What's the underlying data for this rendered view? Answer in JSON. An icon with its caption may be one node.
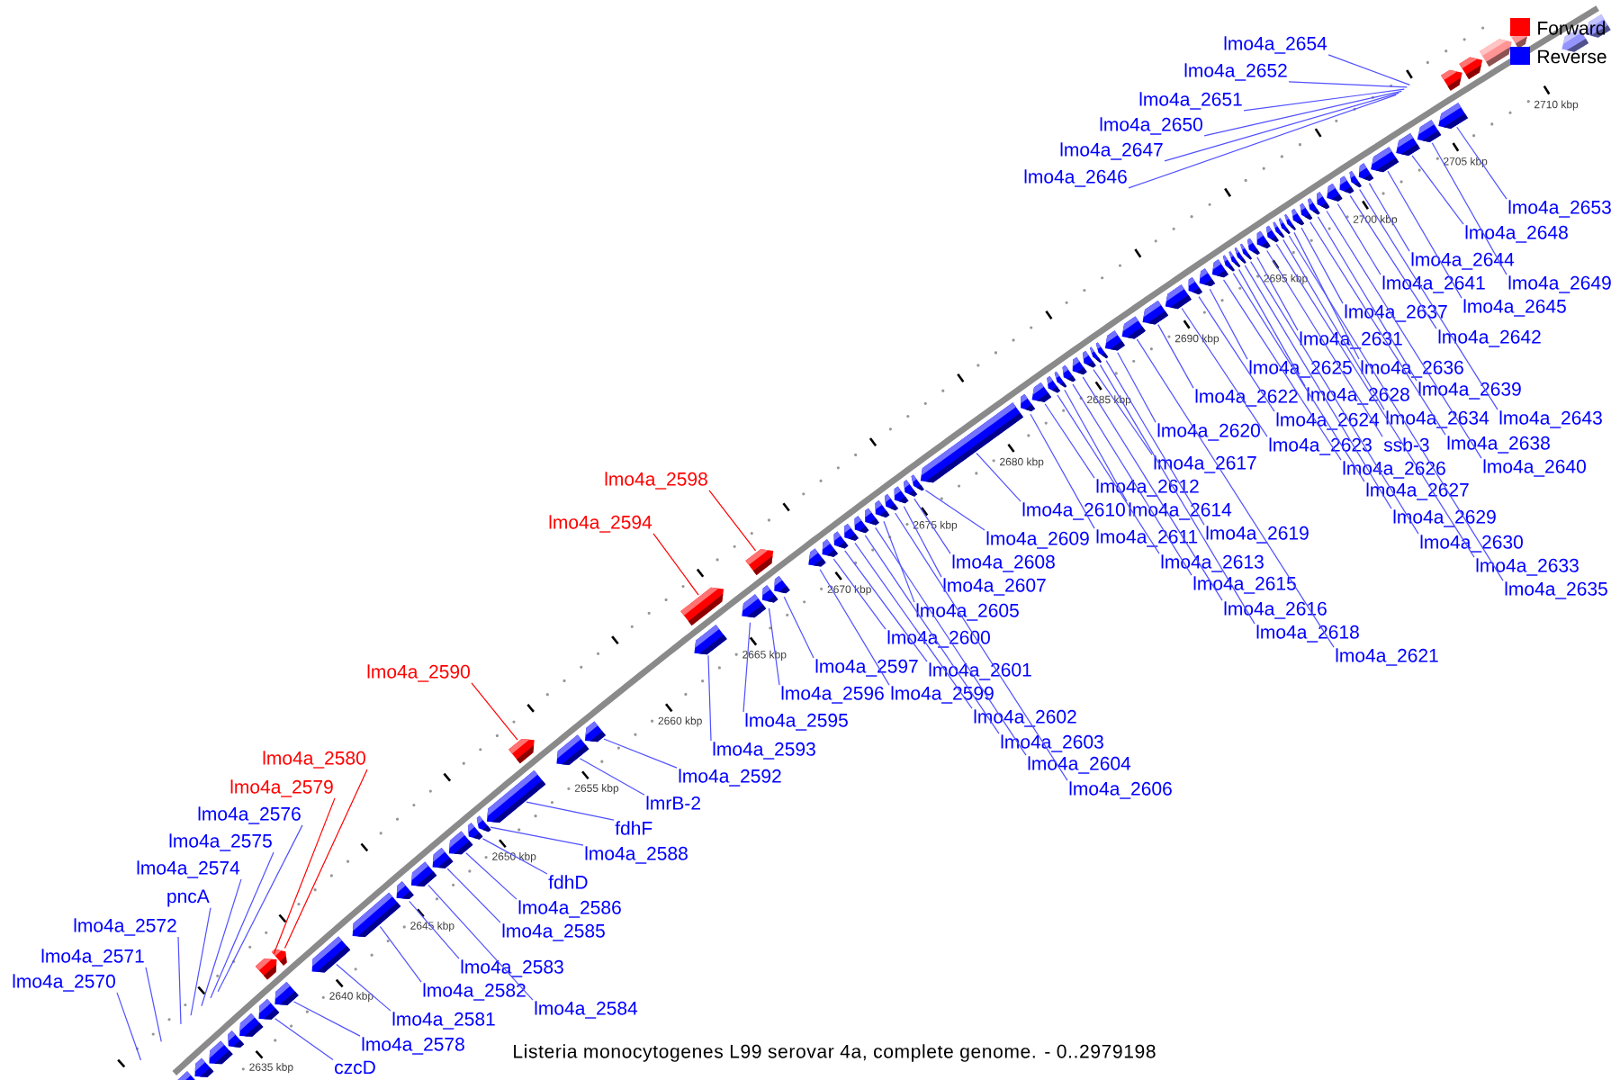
{
  "diagram": {
    "caption": "Listeria monocytogenes L99 serovar 4a, complete genome. - 0..2979198",
    "nodes": [
      {
        "text": [
          "lmo4a_2654"
        ]
      },
      {
        "text": [
          "lmo4a_2652"
        ]
      },
      {
        "text": [
          "lmo4a_2651"
        ]
      },
      {
        "text": [
          "lmo4a_2650"
        ]
      },
      {
        "text": [
          "lmo4a_2647"
        ]
      },
      {
        "text": [
          "lmo4a_2646"
        ]
      },
      {
        "text": [
          "lmo4a_2653"
        ]
      },
      {
        "text": [
          "lmo4a_2648"
        ]
      },
      {
        "text": [
          "lmo4a_2644"
        ]
      },
      {
        "text": [
          "lmo4a_2641"
        ]
      },
      {
        "text": [
          "lmo4a_2649"
        ]
      },
      {
        "text": [
          "lmo4a_2645"
        ]
      },
      {
        "text": [
          "lmo4a_2637"
        ]
      },
      {
        "text": [
          "lmo4a_2642"
        ]
      },
      {
        "text": [
          "lmo4a_2631"
        ]
      },
      {
        "text": [
          "lmo4a_2625"
        ]
      },
      {
        "text": [
          "lmo4a_2636"
        ]
      },
      {
        "text": [
          "lmo4a_2639"
        ]
      },
      {
        "text": [
          "lmo4a_2628"
        ]
      },
      {
        "text": [
          "lmo4a_2622"
        ]
      },
      {
        "text": [
          "lmo4a_2634"
        ]
      },
      {
        "text": [
          "lmo4a_2643"
        ]
      },
      {
        "text": [
          "lmo4a_2624"
        ]
      },
      {
        "text": [
          "lmo4a_2620"
        ]
      },
      {
        "text": [
          "ssb-3"
        ]
      },
      {
        "text": [
          "lmo4a_2638"
        ]
      },
      {
        "text": [
          "lmo4a_2623"
        ]
      },
      {
        "text": [
          "lmo4a_2617"
        ]
      },
      {
        "text": [
          "lmo4a_2640"
        ]
      },
      {
        "text": [
          "lmo4a_2626"
        ]
      },
      {
        "text": [
          "lmo4a_2598"
        ]
      },
      {
        "text": [
          "lmo4a_2612"
        ]
      },
      {
        "text": [
          "lmo4a_2627"
        ]
      },
      {
        "text": [
          "lmo4a_2610"
        ]
      },
      {
        "text": [
          "lmo4a_2614"
        ]
      },
      {
        "text": [
          "lmo4a_2629"
        ]
      },
      {
        "text": [
          "lmo4a_2594"
        ]
      },
      {
        "text": [
          "lmo4a_2619"
        ]
      },
      {
        "text": [
          "lmo4a_2611"
        ]
      },
      {
        "text": [
          "lmo4a_2609"
        ]
      },
      {
        "text": [
          "lmo4a_2630"
        ]
      },
      {
        "text": [
          "lmo4a_2608"
        ]
      },
      {
        "text": [
          "lmo4a_2613"
        ]
      },
      {
        "text": [
          "lmo4a_2633"
        ]
      },
      {
        "text": [
          "lmo4a_2615"
        ]
      },
      {
        "text": [
          "lmo4a_2607"
        ]
      },
      {
        "text": [
          "lmo4a_2635"
        ]
      },
      {
        "text": [
          "lmo4a_2616"
        ]
      },
      {
        "text": [
          "lmo4a_2605"
        ]
      },
      {
        "text": [
          "lmo4a_2618"
        ]
      },
      {
        "text": [
          "lmo4a_2600"
        ]
      },
      {
        "text": [
          "lmo4a_2621"
        ]
      },
      {
        "text": [
          "lmo4a_2597"
        ]
      },
      {
        "text": [
          "lmo4a_2601"
        ]
      },
      {
        "text": [
          "lmo4a_2590"
        ]
      },
      {
        "text": [
          "lmo4a_2596"
        ]
      },
      {
        "text": [
          "lmo4a_2599"
        ]
      },
      {
        "text": [
          "lmo4a_2602"
        ]
      },
      {
        "text": [
          "lmo4a_2595"
        ]
      },
      {
        "text": [
          "lmo4a_2603"
        ]
      },
      {
        "text": [
          "lmo4a_2593"
        ]
      },
      {
        "text": [
          "lmo4a_2580"
        ]
      },
      {
        "text": [
          "lmo4a_2604"
        ]
      },
      {
        "text": [
          "lmo4a_2592"
        ]
      },
      {
        "text": [
          "lmo4a_2579"
        ]
      },
      {
        "text": [
          "lmo4a_2606"
        ]
      },
      {
        "text": [
          "lmrB-2"
        ]
      },
      {
        "text": [
          "lmo4a_2576"
        ]
      },
      {
        "text": [
          "fdhF"
        ]
      },
      {
        "text": [
          "lmo4a_2575"
        ]
      },
      {
        "text": [
          "lmo4a_2588"
        ]
      },
      {
        "text": [
          "lmo4a_2574"
        ]
      },
      {
        "text": [
          "fdhD"
        ]
      },
      {
        "text": [
          "pncA"
        ]
      },
      {
        "text": [
          "lmo4a_2586"
        ]
      },
      {
        "text": [
          "lmo4a_2572"
        ]
      },
      {
        "text": [
          "lmo4a_2585"
        ]
      },
      {
        "text": [
          "lmo4a_2571"
        ]
      },
      {
        "text": [
          "lmo4a_2583"
        ]
      },
      {
        "text": [
          "lmo4a_2570"
        ]
      },
      {
        "text": [
          "lmo4a_2582"
        ]
      },
      {
        "text": [
          "lmo4a_2584"
        ]
      },
      {
        "text": [
          "lmo4a_2581"
        ]
      },
      {
        "text": [
          "lmo4a_2578"
        ]
      },
      {
        "text": [
          "czcD"
        ]
      },
      {
        "text": [],
        "shape": "arrow"
      },
      {
        "text": [],
        "shape": "arrow"
      },
      {
        "text": [],
        "shape": "arrow"
      },
      {
        "text": [],
        "shape": "arrow"
      },
      {
        "text": [],
        "shape": "arrow"
      },
      {
        "text": [],
        "shape": "arrow"
      },
      {
        "text": [],
        "shape": "arrow"
      },
      {
        "text": [],
        "shape": "arrow"
      },
      {
        "text": [],
        "shape": "arrow"
      },
      {
        "text": [],
        "shape": "arrow"
      },
      {
        "text": [],
        "shape": "arrow"
      },
      {
        "text": [],
        "shape": "arrow"
      },
      {
        "text": [],
        "shape": "arrow"
      },
      {
        "text": [],
        "shape": "arrow"
      },
      {
        "text": [],
        "shape": "arrow"
      },
      {
        "text": [],
        "shape": "arrow"
      },
      {
        "text": [],
        "shape": "arrow"
      },
      {
        "text": [],
        "shape": "arrow"
      },
      {
        "text": [],
        "shape": "arrow"
      },
      {
        "text": [],
        "shape": "arrow"
      },
      {
        "text": [],
        "shape": "arrow"
      },
      {
        "text": [],
        "shape": "arrow"
      },
      {
        "text": [],
        "shape": "arrow"
      },
      {
        "text": [],
        "shape": "arrow"
      },
      {
        "text": [],
        "shape": "arrow"
      },
      {
        "text": [],
        "shape": "arrow"
      },
      {
        "text": [],
        "shape": "arrow"
      },
      {
        "text": [],
        "shape": "arrow"
      },
      {
        "text": [],
        "shape": "arrow"
      },
      {
        "text": [],
        "shape": "arrow"
      },
      {
        "text": [],
        "shape": "arrow"
      },
      {
        "text": [],
        "shape": "arrow"
      },
      {
        "text": [],
        "shape": "arrow"
      },
      {
        "text": [],
        "shape": "arrow"
      },
      {
        "text": [],
        "shape": "arrow"
      },
      {
        "text": [],
        "shape": "arrow"
      },
      {
        "text": [],
        "shape": "arrow"
      },
      {
        "text": [],
        "shape": "arrow"
      },
      {
        "text": [],
        "shape": "arrow"
      },
      {
        "text": [],
        "shape": "arrow"
      },
      {
        "text": [],
        "shape": "arrow"
      },
      {
        "text": [],
        "shape": "arrow"
      },
      {
        "text": [],
        "shape": "arrow"
      },
      {
        "text": [],
        "shape": "arrow"
      },
      {
        "text": [],
        "shape": "arrow"
      },
      {
        "text": [],
        "shape": "arrow"
      },
      {
        "text": [],
        "shape": "arrow"
      },
      {
        "text": [],
        "shape": "arrow"
      },
      {
        "text": [],
        "shape": "arrow"
      },
      {
        "text": [],
        "shape": "arrow"
      },
      {
        "text": [],
        "shape": "arrow"
      },
      {
        "text": [],
        "shape": "arrow"
      },
      {
        "text": [],
        "shape": "arrow"
      },
      {
        "text": [],
        "shape": "arrow"
      },
      {
        "text": [],
        "shape": "arrow"
      },
      {
        "text": [],
        "shape": "arrow"
      },
      {
        "text": [],
        "shape": "arrow"
      },
      {
        "text": [],
        "shape": "arrow"
      },
      {
        "text": [],
        "shape": "arrow"
      },
      {
        "text": [],
        "shape": "arrow"
      },
      {
        "text": [],
        "shape": "arrow"
      },
      {
        "text": [],
        "shape": "arrow"
      },
      {
        "text": [],
        "shape": "arrow"
      },
      {
        "text": [],
        "shape": "arrow"
      },
      {
        "text": [],
        "shape": "arrow"
      },
      {
        "text": [],
        "shape": "arrow"
      },
      {
        "text": [],
        "shape": "arrow"
      },
      {
        "text": [],
        "shape": "arrow"
      },
      {
        "text": [],
        "shape": "arrow"
      },
      {
        "text": [],
        "shape": "arrow"
      },
      {
        "text": [],
        "shape": "arrow"
      },
      {
        "text": [],
        "shape": "arrow"
      },
      {
        "text": [],
        "shape": "arrow"
      },
      {
        "text": [],
        "shape": "arrow"
      },
      {
        "text": [],
        "shape": "arrow"
      },
      {
        "text": [],
        "shape": "arrow"
      },
      {
        "text": [],
        "shape": "arrow"
      },
      {
        "text": [],
        "shape": "arrow"
      },
      {
        "text": [],
        "shape": "arrow"
      },
      {
        "text": [],
        "shape": "arrow"
      },
      {
        "text": [],
        "shape": "arrow"
      },
      {
        "text": [],
        "shape": "arrow"
      },
      {
        "text": [],
        "shape": "arrow"
      }
    ],
    "edges": [
      {
        "from": 0,
        "to": null,
        "arrow": "none"
      },
      {
        "from": 1,
        "to": null,
        "arrow": "none"
      },
      {
        "from": 2,
        "to": null,
        "arrow": "none"
      },
      {
        "from": 3,
        "to": null,
        "arrow": "none"
      },
      {
        "from": 4,
        "to": null,
        "arrow": "none"
      },
      {
        "from": 5,
        "to": null,
        "arrow": "none"
      },
      {
        "from": 6,
        "to": 156,
        "arrow": "none"
      },
      {
        "from": 7,
        "to": 154,
        "arrow": "none"
      },
      {
        "from": 8,
        "to": 152,
        "arrow": "none"
      },
      {
        "from": 9,
        "to": 149,
        "arrow": "none"
      },
      {
        "from": 10,
        "to": 155,
        "arrow": "none"
      },
      {
        "from": 11,
        "to": 153,
        "arrow": "none"
      },
      {
        "from": 12,
        "to": 145,
        "arrow": "none"
      },
      {
        "from": 13,
        "to": 150,
        "arrow": "none"
      },
      {
        "from": 14,
        "to": 139,
        "arrow": "none"
      },
      {
        "from": 15,
        "to": 133,
        "arrow": "none"
      },
      {
        "from": 16,
        "to": 144,
        "arrow": "none"
      },
      {
        "from": 17,
        "to": 147,
        "arrow": "none"
      },
      {
        "from": 18,
        "to": 136,
        "arrow": "none"
      },
      {
        "from": 19,
        "to": 130,
        "arrow": "none"
      },
      {
        "from": 20,
        "to": 142,
        "arrow": "none"
      },
      {
        "from": 21,
        "to": 151,
        "arrow": "none"
      },
      {
        "from": 22,
        "to": 132,
        "arrow": "none"
      },
      {
        "from": 23,
        "to": 128,
        "arrow": "none"
      },
      {
        "from": 24,
        "to": 140,
        "arrow": "none"
      },
      {
        "from": 25,
        "to": 146,
        "arrow": "none"
      },
      {
        "from": 26,
        "to": 131,
        "arrow": "none"
      },
      {
        "from": 27,
        "to": 125,
        "arrow": "none"
      },
      {
        "from": 28,
        "to": 148,
        "arrow": "none"
      },
      {
        "from": 29,
        "to": 134,
        "arrow": "none"
      },
      {
        "from": 30,
        "to": 106,
        "arrow": "none",
        "color": "#ff0000"
      },
      {
        "from": 31,
        "to": 120,
        "arrow": "none"
      },
      {
        "from": 32,
        "to": 135,
        "arrow": "none"
      },
      {
        "from": 33,
        "to": 118,
        "arrow": "none"
      },
      {
        "from": 34,
        "to": 122,
        "arrow": "none"
      },
      {
        "from": 35,
        "to": 137,
        "arrow": "none"
      },
      {
        "from": 36,
        "to": 102,
        "arrow": "none",
        "color": "#ff0000"
      },
      {
        "from": 37,
        "to": 127,
        "arrow": "none"
      },
      {
        "from": 38,
        "to": 119,
        "arrow": "none"
      },
      {
        "from": 39,
        "to": 117,
        "arrow": "none"
      },
      {
        "from": 40,
        "to": 138,
        "arrow": "none"
      },
      {
        "from": 41,
        "to": 116,
        "arrow": "none"
      },
      {
        "from": 42,
        "to": 121,
        "arrow": "none"
      },
      {
        "from": 43,
        "to": 141,
        "arrow": "none"
      },
      {
        "from": 44,
        "to": 123,
        "arrow": "none"
      },
      {
        "from": 45,
        "to": 115,
        "arrow": "none"
      },
      {
        "from": 46,
        "to": 143,
        "arrow": "none"
      },
      {
        "from": 47,
        "to": 124,
        "arrow": "none"
      },
      {
        "from": 48,
        "to": 113,
        "arrow": "none"
      },
      {
        "from": 49,
        "to": 126,
        "arrow": "none"
      },
      {
        "from": 50,
        "to": 108,
        "arrow": "none"
      },
      {
        "from": 51,
        "to": 129,
        "arrow": "none"
      },
      {
        "from": 52,
        "to": 105,
        "arrow": "none"
      },
      {
        "from": 53,
        "to": 109,
        "arrow": "none"
      },
      {
        "from": 54,
        "to": 98,
        "arrow": "none",
        "color": "#ff0000"
      },
      {
        "from": 55,
        "to": 104,
        "arrow": "none"
      },
      {
        "from": 56,
        "to": 107,
        "arrow": "none"
      },
      {
        "from": 57,
        "to": 110,
        "arrow": "none"
      },
      {
        "from": 58,
        "to": 103,
        "arrow": "none"
      },
      {
        "from": 59,
        "to": 111,
        "arrow": "none"
      },
      {
        "from": 60,
        "to": 101,
        "arrow": "none"
      },
      {
        "from": 61,
        "to": 88,
        "arrow": "none",
        "color": "#ff0000"
      },
      {
        "from": 62,
        "to": 112,
        "arrow": "none"
      },
      {
        "from": 63,
        "to": 100,
        "arrow": "none"
      },
      {
        "from": 64,
        "to": 87,
        "arrow": "none",
        "color": "#ff0000"
      },
      {
        "from": 65,
        "to": 114,
        "arrow": "none"
      },
      {
        "from": 66,
        "to": 99,
        "arrow": "none"
      },
      {
        "from": 67,
        "to": null,
        "arrow": "none"
      },
      {
        "from": 68,
        "to": 97,
        "arrow": "none"
      },
      {
        "from": 69,
        "to": null,
        "arrow": "none"
      },
      {
        "from": 70,
        "to": 96,
        "arrow": "none"
      },
      {
        "from": 71,
        "to": null,
        "arrow": "none"
      },
      {
        "from": 72,
        "to": 95,
        "arrow": "none"
      },
      {
        "from": 73,
        "to": null,
        "arrow": "none"
      },
      {
        "from": 74,
        "to": 94,
        "arrow": "none"
      },
      {
        "from": 75,
        "to": null,
        "arrow": "none"
      },
      {
        "from": 76,
        "to": 93,
        "arrow": "none"
      },
      {
        "from": 77,
        "to": null,
        "arrow": "none"
      },
      {
        "from": 78,
        "to": 91,
        "arrow": "none"
      },
      {
        "from": 79,
        "to": null,
        "arrow": "none"
      },
      {
        "from": 80,
        "to": 90,
        "arrow": "none"
      },
      {
        "from": 81,
        "to": 92,
        "arrow": "none"
      },
      {
        "from": 82,
        "to": 89,
        "arrow": "none"
      },
      {
        "from": 83,
        "to": 86,
        "arrow": "none"
      },
      {
        "from": 84,
        "to": 85,
        "arrow": "none"
      }
    ],
    "labels": [
      "2635 kbp",
      "2640 kbp",
      "2645 kbp",
      "2650 kbp",
      "2655 kbp",
      "2660 kbp",
      "2665 kbp",
      "2670 kbp",
      "2675 kbp",
      "2680 kbp",
      "2685 kbp",
      "2690 kbp",
      "2695 kbp",
      "2700 kbp",
      "2705 kbp",
      "2710 kbp"
    ],
    "legend": [
      {
        "text": "Forward",
        "color": "#ff0000"
      },
      {
        "text": "Reverse",
        "color": "#0000ff"
      }
    ]
  }
}
